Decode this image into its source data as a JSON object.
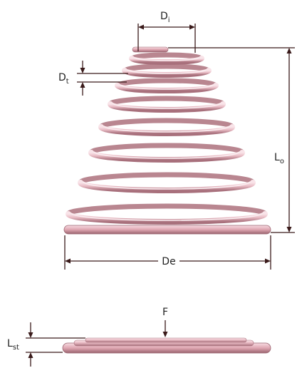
{
  "labels": {
    "inner_diameter": {
      "main": "D",
      "sub": "i"
    },
    "wire_thickness": {
      "main": "D",
      "sub": "t"
    },
    "free_length": {
      "main": "L",
      "sub": "o"
    },
    "outer_diameter": {
      "main": "De",
      "sub": ""
    },
    "force": {
      "main": "F",
      "sub": ""
    },
    "solid_length": {
      "main": "L",
      "sub": "st"
    }
  },
  "colors": {
    "spring_light": "#f7dce2",
    "spring_mid": "#e0a9b4",
    "spring_dark": "#a8707c",
    "dimension_line": "#3a1a1a",
    "text": "#222222"
  }
}
